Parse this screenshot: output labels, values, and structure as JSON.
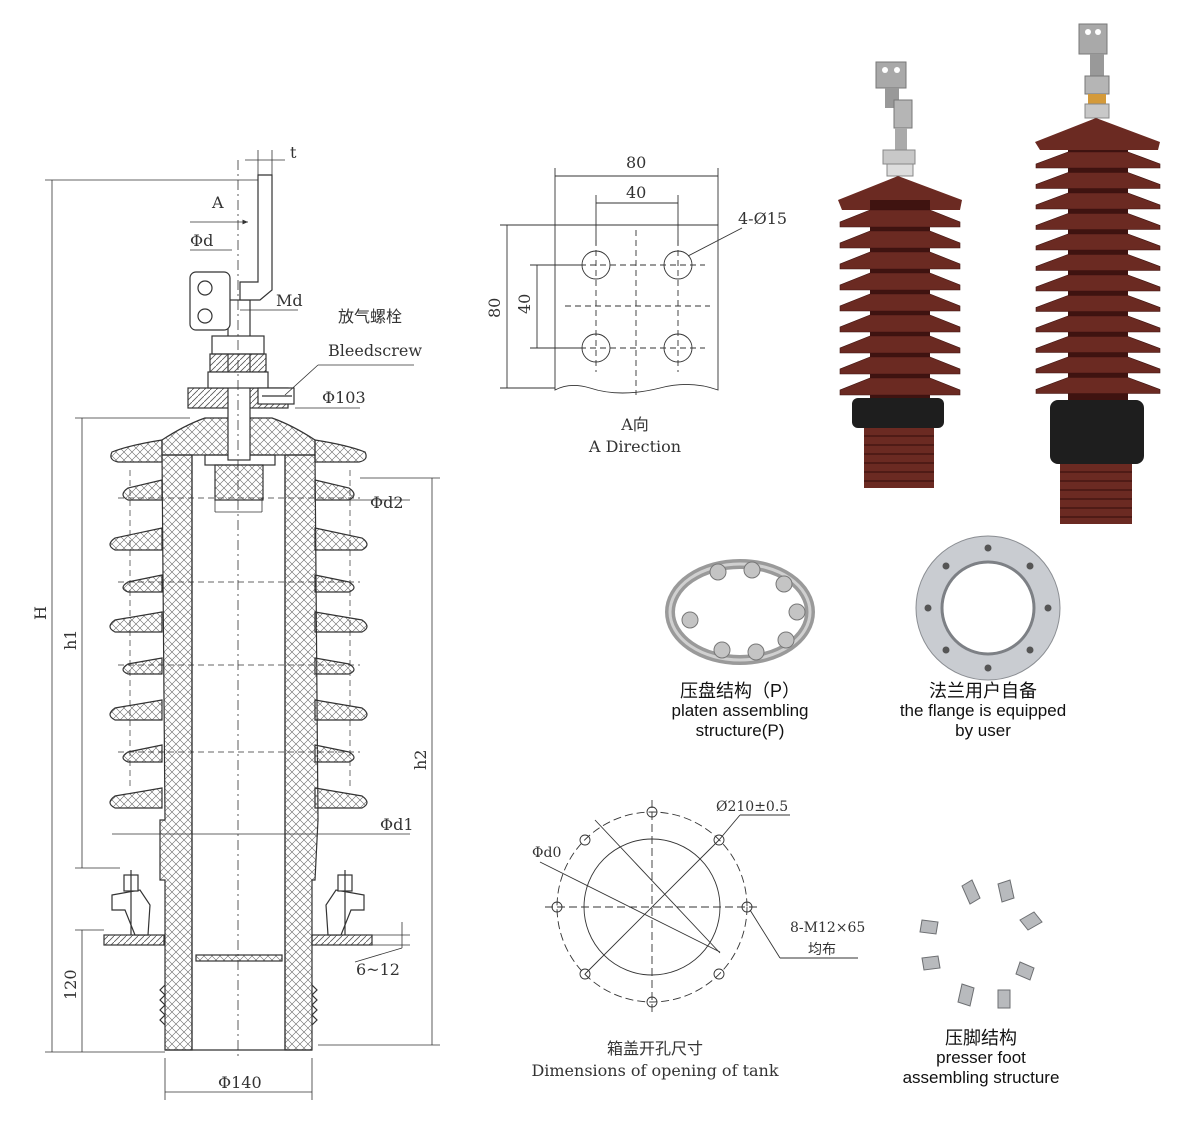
{
  "main_drawing": {
    "labels": {
      "t": "t",
      "A": "A",
      "phi_d": "Φd",
      "Md": "Md",
      "bleed_cn": "放气螺栓",
      "bleed_en": "Bleedscrew",
      "phi103": "Φ103",
      "phi_d2": "Φd2",
      "phi_d1": "Φd1",
      "H": "H",
      "h1": "h1",
      "h2": "h2",
      "dim120": "120",
      "dim6_12": "6~12",
      "phi140": "Φ140"
    }
  },
  "a_direction": {
    "w80": "80",
    "w40": "40",
    "h80": "80",
    "h40": "40",
    "holes": "4-Ø15",
    "label_cn": "A向",
    "label_en": "A Direction"
  },
  "tank_opening": {
    "phi210": "Ø210±0.5",
    "phi_d0": "Φd0",
    "bolts": "8-M12×65",
    "even": "均布",
    "caption_cn": "箱盖开孔尺寸",
    "caption_en": "Dimensions of opening of tank"
  },
  "captions": {
    "platen": {
      "cn": "压盘结构（P）",
      "en1": "platen assembling",
      "en2": "structure(P)"
    },
    "flange": {
      "cn": "法兰用户自备",
      "en1": "the flange is equipped",
      "en2": "by user"
    },
    "presser": {
      "cn": "压脚结构",
      "en1": "presser  foot",
      "en2": "assembling  structure"
    }
  },
  "colors": {
    "porcelain": "#6b2a22",
    "porcelain_dark": "#3f1310",
    "rubber": "#1e1e1e",
    "metal": "#a9a9a9",
    "line": "#333333"
  }
}
